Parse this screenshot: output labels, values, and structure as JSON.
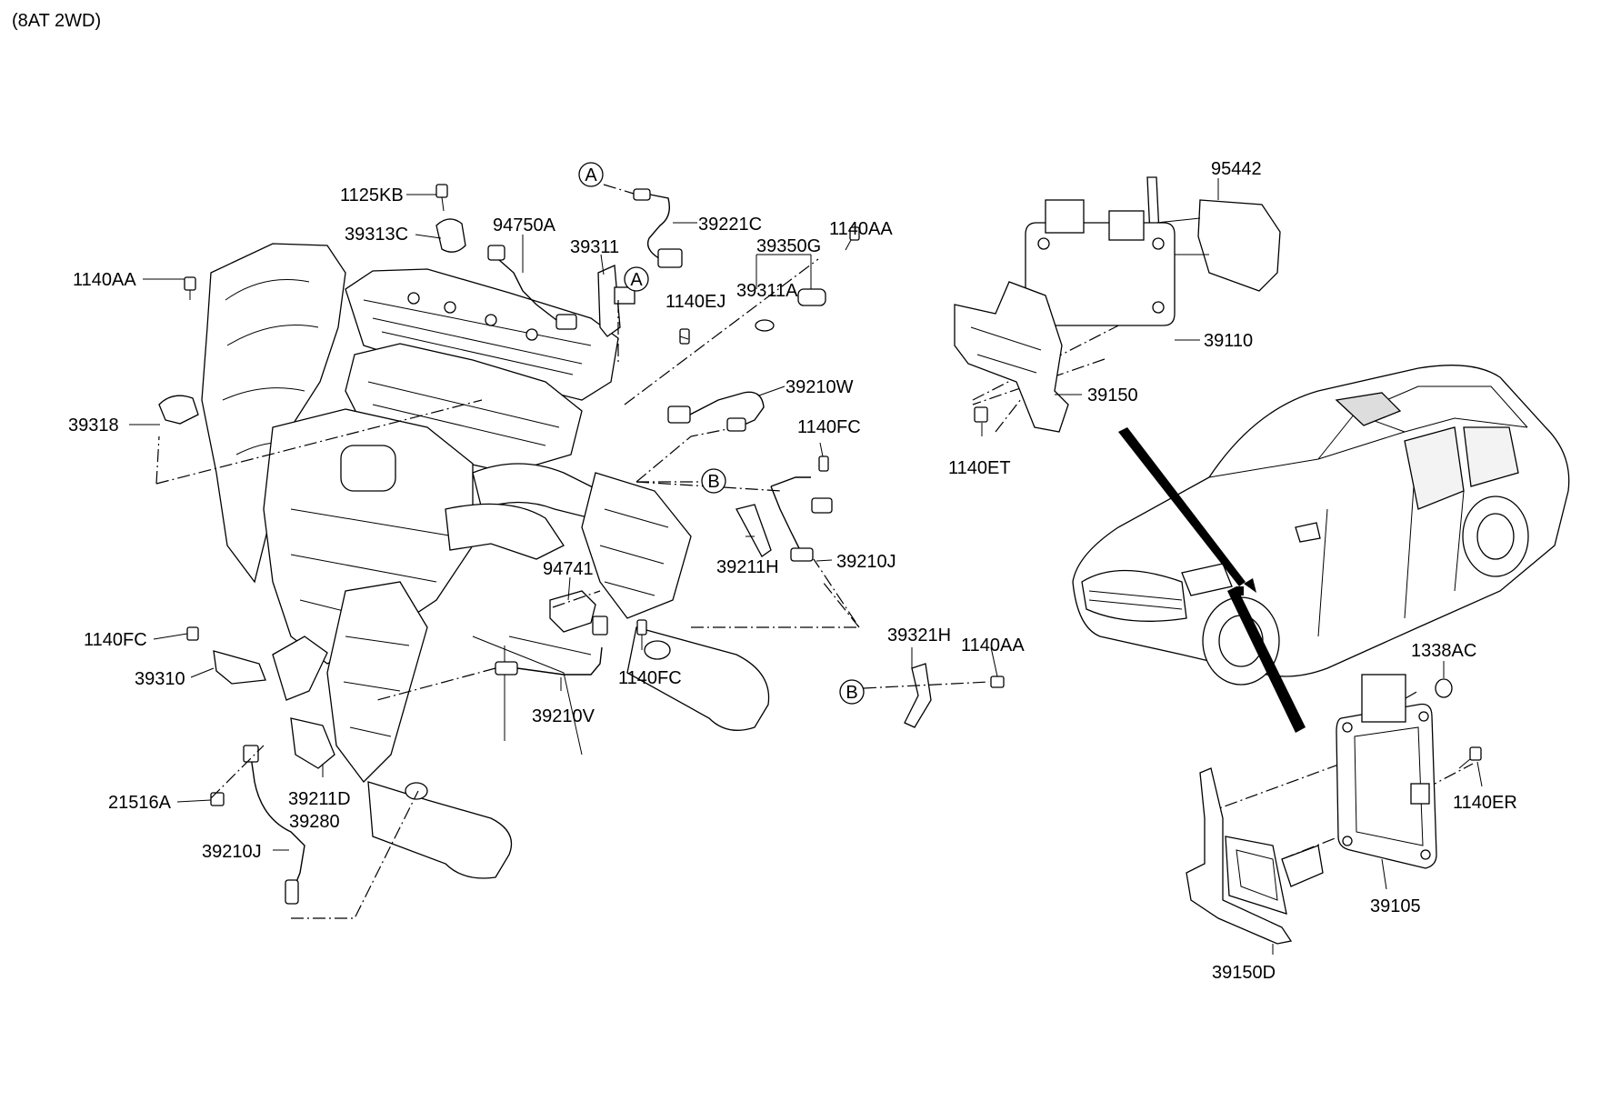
{
  "header": {
    "title": "(8AT 2WD)"
  },
  "callouts": {
    "c1125KB": "1125KB",
    "c39313C": "39313C",
    "c94750A": "94750A",
    "c39311": "39311",
    "c39221C": "39221C",
    "c39350G": "39350G",
    "c1140AA_top": "1140AA",
    "c39311A": "39311A",
    "c1140EJ": "1140EJ",
    "c1140AA_left": "1140AA",
    "c39318": "39318",
    "c39210W": "39210W",
    "c1140FC_right": "1140FC",
    "c39211H": "39211H",
    "c39210J_right": "39210J",
    "c94741": "94741",
    "c1140FC_left": "1140FC",
    "c39310": "39310",
    "c1140FC_mid": "1140FC",
    "c39210V": "39210V",
    "c39321H": "39321H",
    "c1140AA_mid": "1140AA",
    "c21516A": "21516A",
    "c39211D": "39211D",
    "c39280": "39280",
    "c39210J_left": "39210J",
    "c95442": "95442",
    "c39110": "39110",
    "c39150": "39150",
    "c1140ET": "1140ET",
    "c1338AC": "1338AC",
    "c1140ER": "1140ER",
    "c39105": "39105",
    "c39150D": "39150D"
  },
  "refs": {
    "a_top": "A",
    "a_mid": "A",
    "b_right": "B",
    "b_low": "B"
  },
  "icons": [
    "engine-assembly-drawing",
    "car-silhouette-drawing",
    "ecu-module-drawing",
    "sensor-drawing",
    "bolt-drawing"
  ]
}
